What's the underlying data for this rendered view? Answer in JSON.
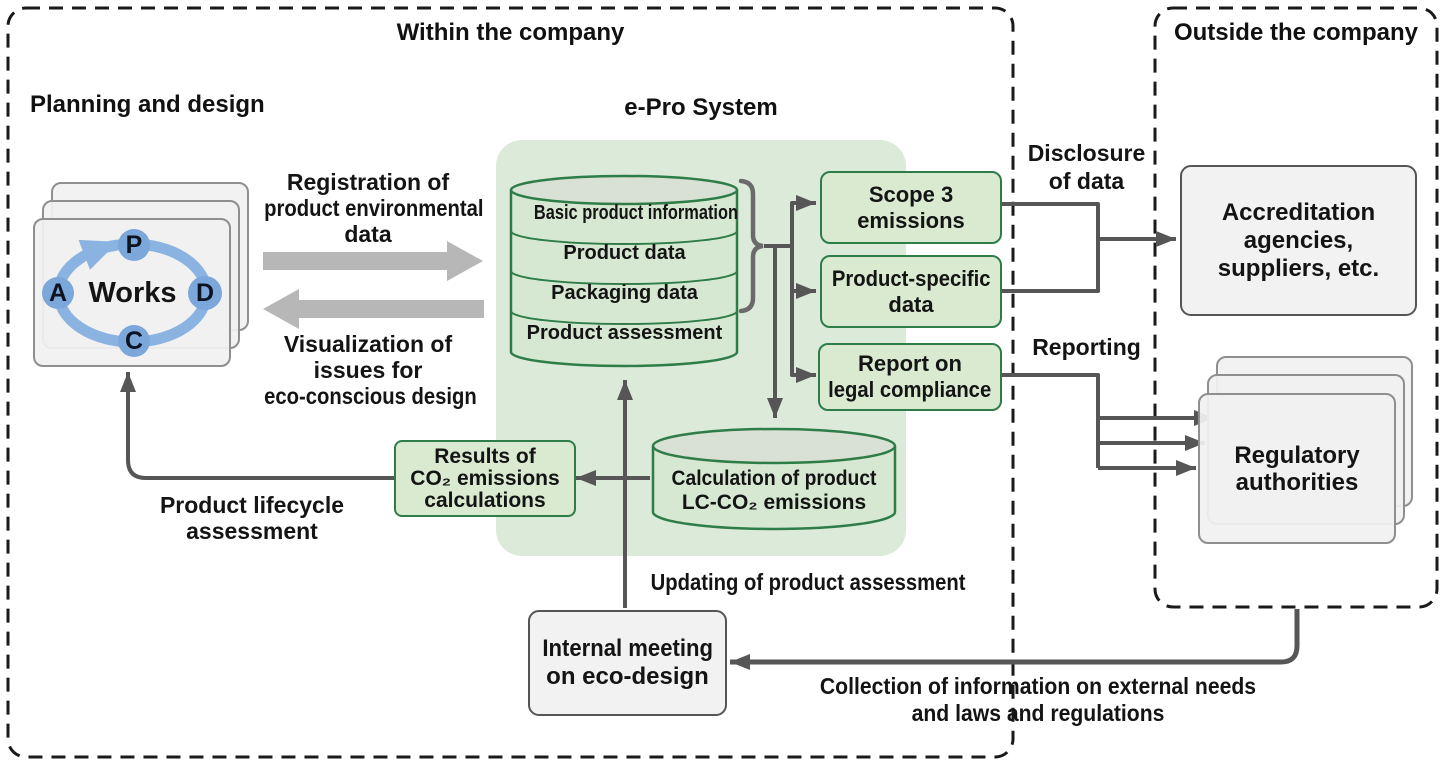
{
  "colors": {
    "green_box_fill": "#d9ead1",
    "green_box_border": "#2e7d49",
    "green_panel": "#dcead9",
    "gray_box_fill": "#f2f2f2",
    "connector_dark": "#565656",
    "block_arrow_gray": "#b7b7b7",
    "pdca_blue": "#86b0de",
    "dashed_border": "#1a1a1a"
  },
  "regions": {
    "within": {
      "title": "Within the company"
    },
    "outside": {
      "title": "Outside the company"
    }
  },
  "planning": {
    "title": "Planning and design",
    "pdca": {
      "p": "P",
      "d": "D",
      "c": "C",
      "a": "A",
      "center": "Works"
    }
  },
  "epro": {
    "title": "e-Pro System",
    "database_sections": [
      "Basic product information",
      "Product data",
      "Packaging data",
      "Product assessment"
    ],
    "calc_cylinder": {
      "line1": "Calculation of product",
      "line2": "LC-CO₂ emissions"
    },
    "results_box": {
      "line1": "Results of",
      "line2": "CO₂ emissions",
      "line3": "calculations"
    },
    "output_boxes": [
      {
        "line1": "Scope 3",
        "line2": "emissions"
      },
      {
        "line1": "Product-specific",
        "line2": "data"
      },
      {
        "line1": "Report on",
        "line2": "legal compliance"
      }
    ]
  },
  "flow_labels": {
    "registration": {
      "line1": "Registration of",
      "line2": "product environmental",
      "line3": "data"
    },
    "visualization": {
      "line1": "Visualization of",
      "line2": "issues for",
      "line3": "eco-conscious design"
    },
    "product_lifecycle": {
      "line1": "Product lifecycle",
      "line2": "assessment"
    },
    "updating": "Updating of product assessment",
    "disclosure": {
      "line1": "Disclosure",
      "line2": "of data"
    },
    "reporting": "Reporting",
    "collection": {
      "line1": "Collection of information on external needs",
      "line2": "and laws and regulations"
    }
  },
  "internal_meeting_box": {
    "line1": "Internal meeting",
    "line2": "on eco-design"
  },
  "external_boxes": {
    "accreditation": {
      "line1": "Accreditation",
      "line2": "agencies,",
      "line3": "suppliers, etc."
    },
    "regulatory": {
      "line1": "Regulatory",
      "line2": "authorities"
    }
  }
}
